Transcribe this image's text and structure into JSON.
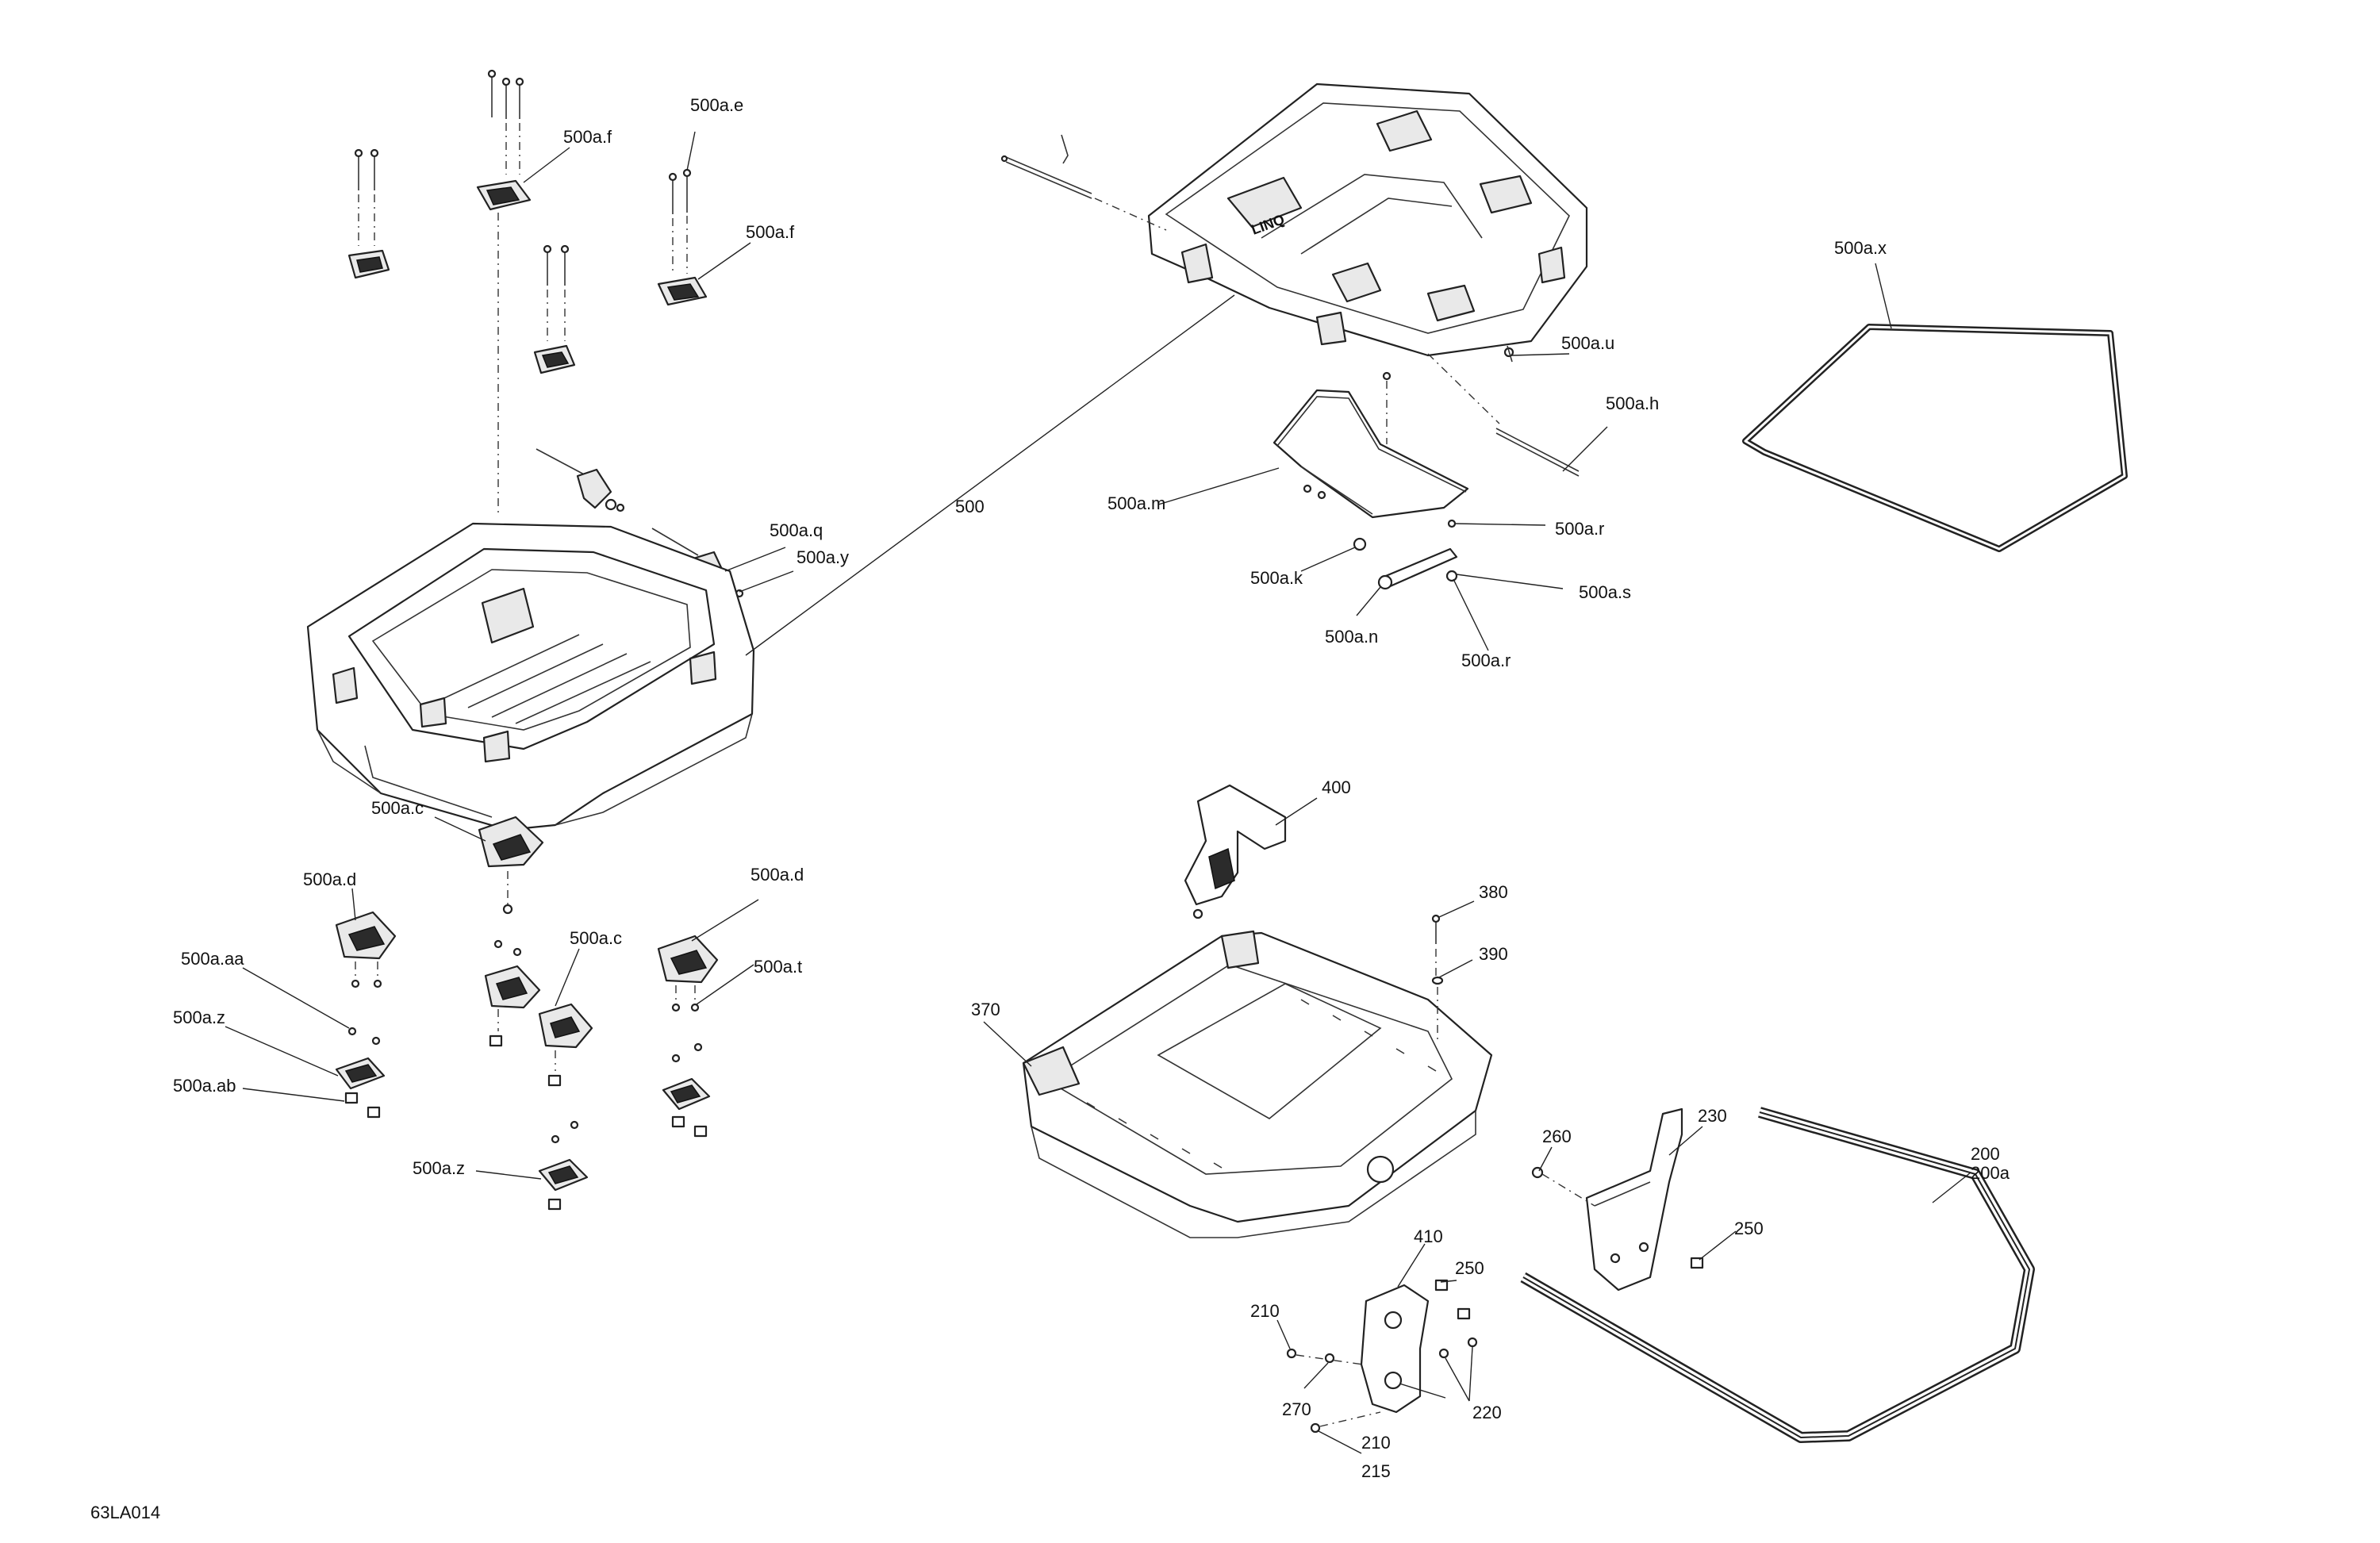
{
  "figure_code": "63LA014",
  "callouts": {
    "c500": "500",
    "c500ae": "500a.e",
    "c500af_1": "500a.f",
    "c500af_2": "500a.f",
    "c500aq": "500a.q",
    "c500ay": "500a.y",
    "c500ac_1": "500a.c",
    "c500ac_2": "500a.c",
    "c500ad_1": "500a.d",
    "c500ad_2": "500a.d",
    "c500aat": "500a.t",
    "c500aaa": "500a.aa",
    "c500az_1": "500a.z",
    "c500az_2": "500a.z",
    "c500aab": "500a.ab",
    "c500ax": "500a.x",
    "c500au": "500a.u",
    "c500ah": "500a.h",
    "c500am": "500a.m",
    "c500ar_1": "500a.r",
    "c500ar_2": "500a.r",
    "c500ak": "500a.k",
    "c500as": "500a.s",
    "c500an": "500a.n",
    "c400": "400",
    "c380": "380",
    "c390": "390",
    "c370": "370",
    "c260": "260",
    "c230": "230",
    "c200": "200",
    "c200a": "200a",
    "c250_1": "250",
    "c250_2": "250",
    "c410": "410",
    "c210_1": "210",
    "c210_2": "210",
    "c270": "270",
    "c220": "220",
    "c215": "215"
  }
}
